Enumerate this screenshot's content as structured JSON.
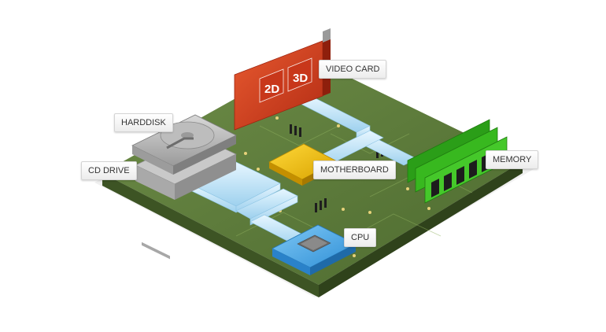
{
  "diagram": {
    "labels": {
      "video_card": "VIDEO CARD",
      "harddisk": "HARDDISK",
      "cd_drive": "CD DRIVE",
      "motherboard": "MOTHERBOARD",
      "memory": "MEMORY",
      "cpu": "CPU"
    },
    "video_card_badges": [
      "2D",
      "3D"
    ],
    "colors": {
      "board": "#5c7a3c",
      "board_edge": "#3d5424",
      "pipe": "#bfe3f7",
      "chip": "#f2c318",
      "memory": "#38b81f",
      "video_card": "#d9401f",
      "cpu": "#4aa6e6",
      "drive": "#b8b8b8"
    }
  }
}
